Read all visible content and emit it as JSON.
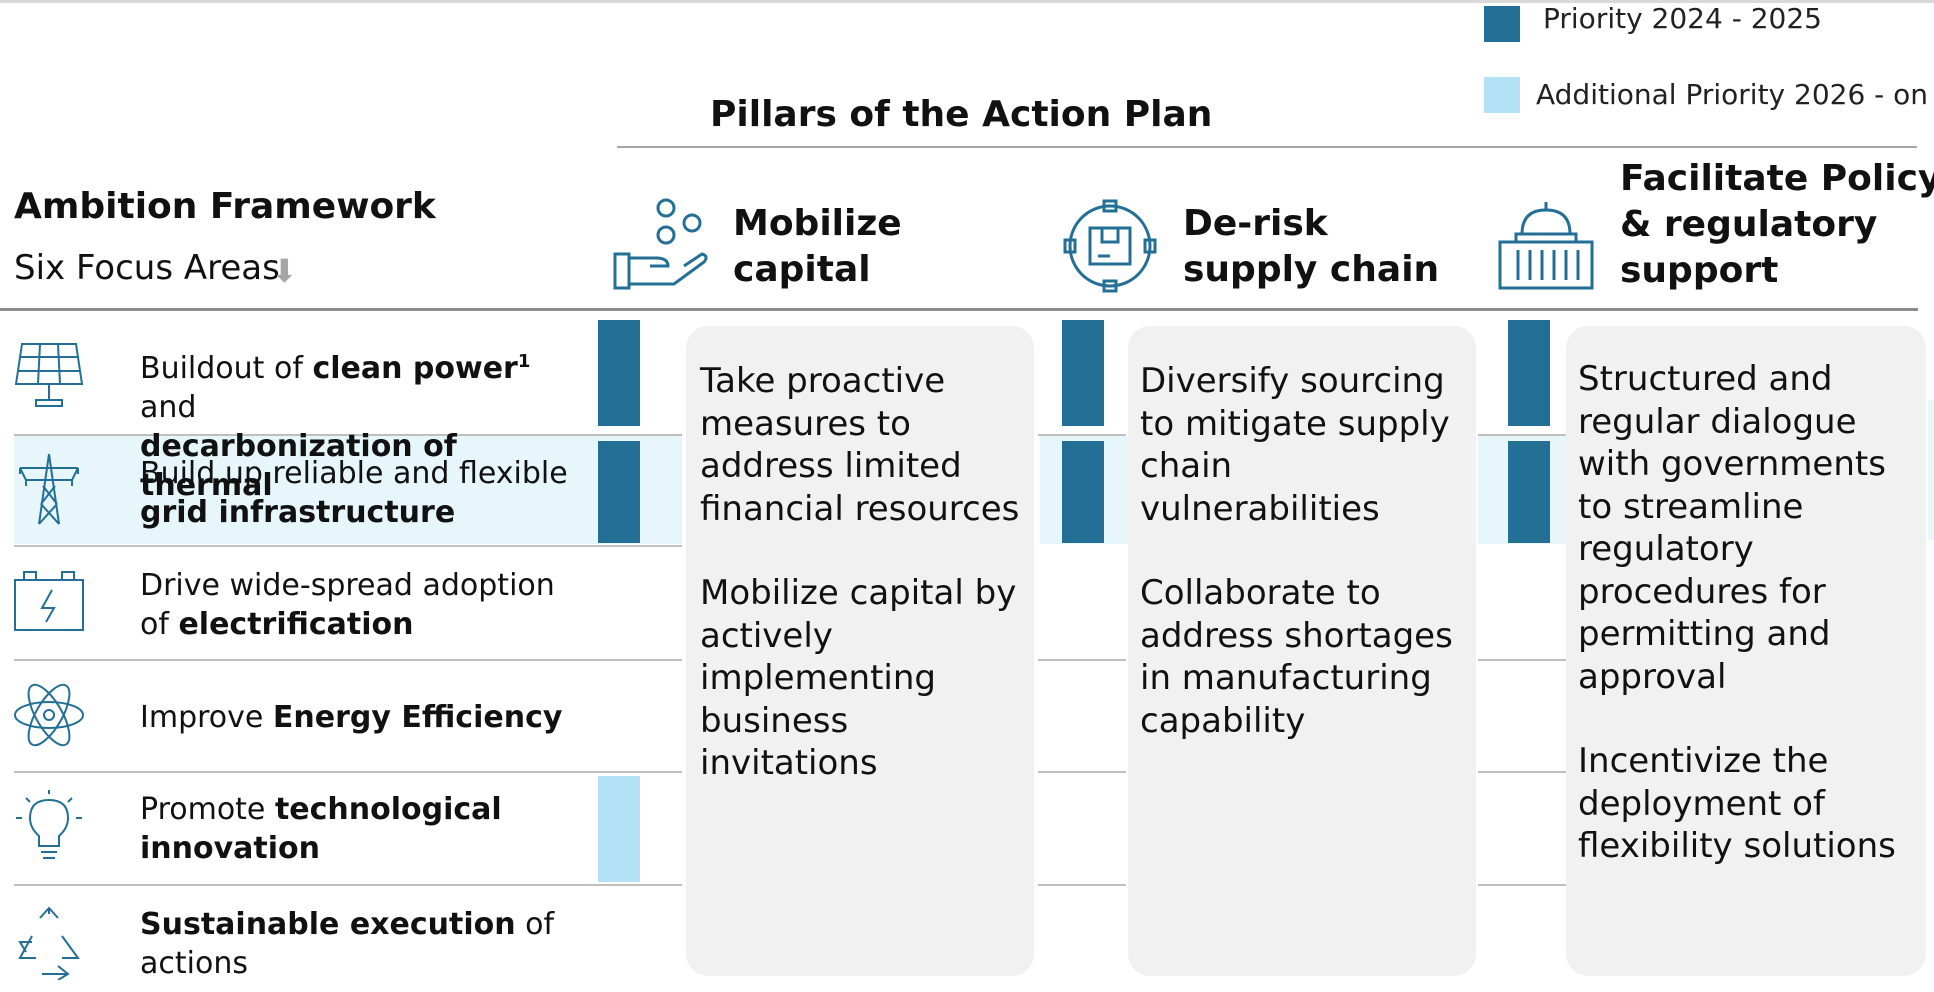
{
  "legend": {
    "items": [
      {
        "label": "Priority 2024 - 2025",
        "color": "#236f96"
      },
      {
        "label": "Additional Priority 2026 - on",
        "color": "#b3e2f7"
      }
    ]
  },
  "pillars_title": "Pillars of the Action Plan",
  "ambition": {
    "title": "Ambition Framework",
    "subtitle": "Six Focus Areas",
    "arrow_icon": "down-arrow-icon"
  },
  "pillars": [
    {
      "line1": "Mobilize",
      "line2": "capital",
      "icon": "hand-coins-icon",
      "paragraphs": [
        "Take proactive measures to address limited financial resources",
        "Mobilize capital by actively implementing business invitations"
      ]
    },
    {
      "line1": "De-risk",
      "line2": "supply chain",
      "icon": "box-target-icon",
      "paragraphs": [
        "Diversify sourcing to mitigate supply chain vulnerabilities",
        "Collaborate to address shortages in manufacturing capability"
      ]
    },
    {
      "line1": "Facilitate Policy",
      "line2": "&  regulatory",
      "line3": "support",
      "icon": "government-building-icon",
      "paragraphs": [
        "Structured and regular dialogue with governments to streamline regulatory procedures for permitting and approval",
        "Incentivize the deployment of flexibility solutions"
      ]
    }
  ],
  "focus_areas": [
    {
      "icon": "solar-panel-icon",
      "a1": "Buildout of ",
      "b1": "clean power",
      "sup": "1",
      "a2": " and",
      "b2": "decarbonization of thermal"
    },
    {
      "icon": "transmission-tower-icon",
      "a1": "Build up reliable and flexible",
      "b2": "grid infrastructure"
    },
    {
      "icon": "battery-icon",
      "a1": "Drive wide-spread adoption",
      "a2": "of ",
      "b2": "electrification"
    },
    {
      "icon": "atom-icon",
      "a1": "Improve ",
      "b1": "Energy Efficiency"
    },
    {
      "icon": "lightbulb-icon",
      "a1": "Promote ",
      "b1": "technological",
      "b2": "innovation"
    },
    {
      "icon": "recycle-icon",
      "b1": "Sustainable execution",
      "a1": " of",
      "a2": "actions"
    }
  ],
  "priority_matrix": {
    "note": "",
    "mobilize_capital": [
      "high",
      "high",
      "none",
      "none",
      "additional",
      "none"
    ],
    "de_risk_supply_chain": [
      "high",
      "high",
      "none",
      "none",
      "none",
      "none"
    ],
    "facilitate_policy": [
      "high",
      "high",
      "none",
      "none",
      "none",
      "none"
    ]
  }
}
